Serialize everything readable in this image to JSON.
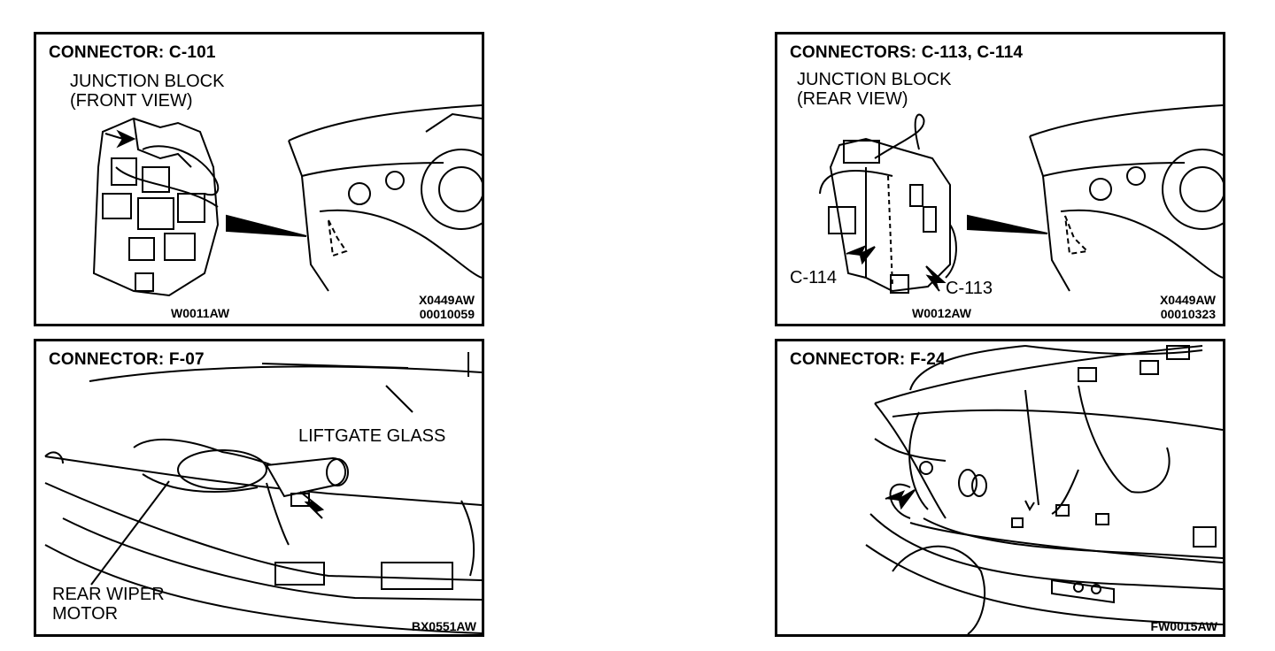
{
  "panels": {
    "c101": {
      "title": "CONNECTOR: C-101",
      "label_line1": "JUNCTION BLOCK",
      "label_line2": "(FRONT VIEW)",
      "code_left": "W0011AW",
      "code_right_line1": "X0449AW",
      "code_right_line2": "00010059"
    },
    "c113": {
      "title": "CONNECTORS: C-113, C-114",
      "label_line1": "JUNCTION BLOCK",
      "label_line2": "(REAR VIEW)",
      "callout_c114": "C-114",
      "callout_c113": "C-113",
      "code_left": "W0012AW",
      "code_right_line1": "X0449AW",
      "code_right_line2": "00010323"
    },
    "f07": {
      "title": "CONNECTOR: F-07",
      "label_glass": "LIFTGATE GLASS",
      "label_motor_line1": "REAR WIPER",
      "label_motor_line2": "MOTOR",
      "code": "BX0551AW"
    },
    "f24": {
      "title": "CONNECTOR: F-24",
      "code": "FW0015AW"
    }
  }
}
